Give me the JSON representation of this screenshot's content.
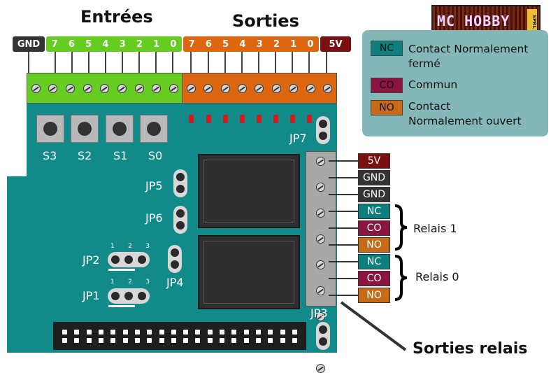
{
  "titles": {
    "inputs": "Entrées",
    "outputs": "Sorties"
  },
  "inputs_header": {
    "gnd": "GND",
    "pins": [
      "7",
      "6",
      "5",
      "4",
      "3",
      "2",
      "1",
      "0"
    ]
  },
  "outputs_header": {
    "pins": [
      "7",
      "6",
      "5",
      "4",
      "3",
      "2",
      "1",
      "0"
    ],
    "v5": "5V"
  },
  "buttons": [
    "S3",
    "S2",
    "S1",
    "S0"
  ],
  "jumpers": {
    "jp7": "JP7",
    "jp5": "JP5",
    "jp6": "JP6",
    "jp2": "JP2",
    "jp1": "JP1",
    "jp4": "JP4",
    "jp3": "JP3",
    "pin_numbers": [
      "1",
      "2",
      "3"
    ]
  },
  "relay_terminals": [
    "5V",
    "GND",
    "GND",
    "NC",
    "CO",
    "NO",
    "NC",
    "CO",
    "NO"
  ],
  "relay_groups": {
    "relay1": "Relais 1",
    "relay0": "Relais 0"
  },
  "bottom_caption": "Sorties relais",
  "logo": "MC HOBBY SPRL",
  "legend": [
    {
      "tag": "NC",
      "line1": "Contact Normalement",
      "line2": "fermé"
    },
    {
      "tag": "CO",
      "line1": "Commun",
      "line2": ""
    },
    {
      "tag": "NO",
      "line1": "Contact",
      "line2": "Normalement ouvert"
    }
  ],
  "colors": {
    "board": "#138a8a",
    "green": "#66cc22",
    "orange": "#dd6611",
    "maroon": "#7a1010",
    "nc": "#0e7f7f",
    "co": "#8b1440",
    "no": "#c86a16",
    "legend_bg": "#84b8b8",
    "gnd": "#333333"
  }
}
